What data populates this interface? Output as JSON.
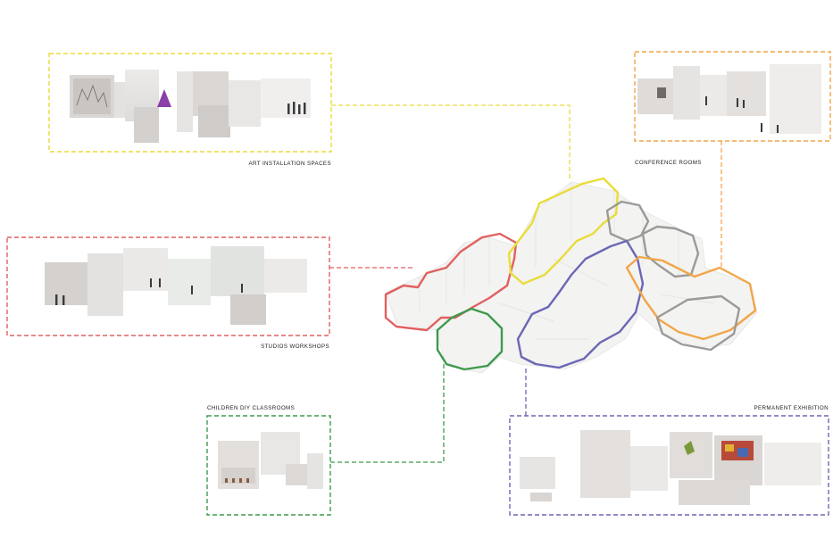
{
  "colors": {
    "art": "#e9dc3a",
    "conference": "#f1a64a",
    "studios": "#e06060",
    "children": "#3f9a4c",
    "permanent": "#6b67b6",
    "neutral": "#9a9a9a"
  },
  "zones": {
    "art": {
      "label": "ART INSTALLATION SPACES"
    },
    "conference": {
      "label": "CONFERENCE ROOMS"
    },
    "studios": {
      "label": "STUDIOS WORKSHOPS"
    },
    "children": {
      "label": "CHILDREN DIY CLASSROOMS"
    },
    "permanent": {
      "label": "PERMANENT EXHIBITION"
    }
  }
}
